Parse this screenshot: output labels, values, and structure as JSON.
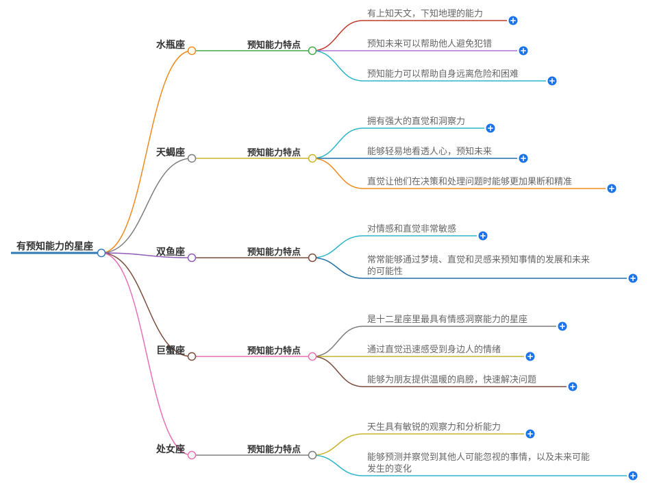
{
  "root": {
    "label": "有预知能力的星座",
    "color": "#2e7ab8"
  },
  "colors": {
    "node_fill": "#ffffff",
    "expand_button": "#1a73e8"
  },
  "branches": [
    {
      "sign": "水瓶座",
      "color": "#f08a1c",
      "mid_color": "#3fa84a",
      "feature": "预知能力特点",
      "leaves": [
        {
          "lines": [
            "有上知天文，下知地理的能力"
          ],
          "color": "#c0392b"
        },
        {
          "lines": [
            "预知未来可以帮助他人避免犯错"
          ],
          "color": "#a970d6"
        },
        {
          "lines": [
            "预知能力可以帮助自身远离危险和困难"
          ],
          "color": "#2bb5c9"
        }
      ]
    },
    {
      "sign": "天蝎座",
      "color": "#7d7d7d",
      "mid_color": "#c9b42a",
      "feature": "预知能力特点",
      "leaves": [
        {
          "lines": [
            "拥有强大的直觉和洞察力"
          ],
          "color": "#2bb5c9"
        },
        {
          "lines": [
            "能够轻易地看透人心，预知未来"
          ],
          "color": "#1f6fa8"
        },
        {
          "lines": [
            "直觉让他们在决策和处理问题时能够更加果断和精准"
          ],
          "color": "#f08a1c"
        }
      ]
    },
    {
      "sign": "双鱼座",
      "color": "#8e5bb8",
      "mid_color": "#7a4b3a",
      "feature": "预知能力特点",
      "leaves": [
        {
          "lines": [
            "对情感和直觉非常敏感"
          ],
          "color": "#2bb5c9"
        },
        {
          "lines": [
            "常常能够通过梦境、直觉和灵感来预知事情的发展和未来",
            "的可能性"
          ],
          "color": "#1f6fa8"
        }
      ]
    },
    {
      "sign": "巨蟹座",
      "color": "#7a4b3a",
      "mid_color": "#e86fb5",
      "feature": "预知能力特点",
      "leaves": [
        {
          "lines": [
            "是十二星座里最具有情感洞察能力的星座"
          ],
          "color": "#7d7d7d"
        },
        {
          "lines": [
            "通过直觉迅速感受到身边人的情绪"
          ],
          "color": "#c9b42a"
        },
        {
          "lines": [
            "能够为朋友提供温暖的肩膀，快速解决问题"
          ],
          "color": "#7a4b3a"
        }
      ]
    },
    {
      "sign": "处女座",
      "color": "#e86fb5",
      "mid_color": "#7d7d7d",
      "feature": "预知能力特点",
      "leaves": [
        {
          "lines": [
            "天生具有敏锐的观察力和分析能力"
          ],
          "color": "#c9b42a"
        },
        {
          "lines": [
            "能够预测并察觉到其他人可能忽视的事情，以及未来可能",
            "发生的变化"
          ],
          "color": "#2bb5c9"
        }
      ]
    }
  ]
}
